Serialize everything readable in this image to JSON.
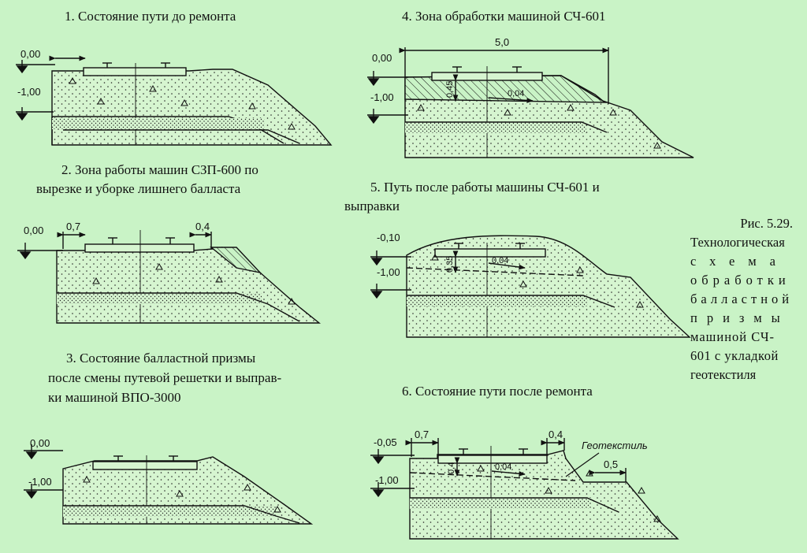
{
  "titles": {
    "t1": "1. Состояние пути до ремонта",
    "t2_l1": "2. Зона работы машин СЗП-600 по",
    "t2_l2": "вырезке и уборке лишнего балласта",
    "t3_l1": "3. Состояние балластной призмы",
    "t3_l2": "после смены путевой решетки и выправ-",
    "t3_l3": "ки машиной ВПО-3000",
    "t4": "4. Зона обработки машиной СЧ-601",
    "t5_l1": "5. Путь после работы машины СЧ-601 и",
    "t5_l2": "выправки",
    "t6": "6. Состояние пути после ремонта"
  },
  "figure_caption": {
    "l1": "Рис. 5.29.",
    "l2": "Технологическая",
    "l3": "схема",
    "l4": "обработки",
    "l5": "балластной",
    "l6": "призмы",
    "l7": "машиной СЧ-",
    "l8": "601 с укладкой",
    "l9": "геотекстиля"
  },
  "labels": {
    "d1_top": "0,00",
    "d1_bot": "-1,00",
    "d2_top": "0,00",
    "d2_w1": "0,7",
    "d2_w2": "0,4",
    "d3_top": "0,00",
    "d3_bot": "-1,00",
    "d4_top": "0,00",
    "d4_bot": "-1,00",
    "d4_width": "5,0",
    "d4_depth": "0,45",
    "d4_slope": "0,04",
    "d5_top": "-0,10",
    "d5_bot": "-1,00",
    "d5_depth": "0,35",
    "d5_slope": "0,04",
    "d6_top": "-0,05",
    "d6_bot": "-1,00",
    "d6_w1": "0,7",
    "d6_w2": "0,4",
    "d6_depth": "0,4",
    "d6_slope": "0,04",
    "d6_w3": "0,5",
    "d6_geo": "Геотекстиль"
  }
}
